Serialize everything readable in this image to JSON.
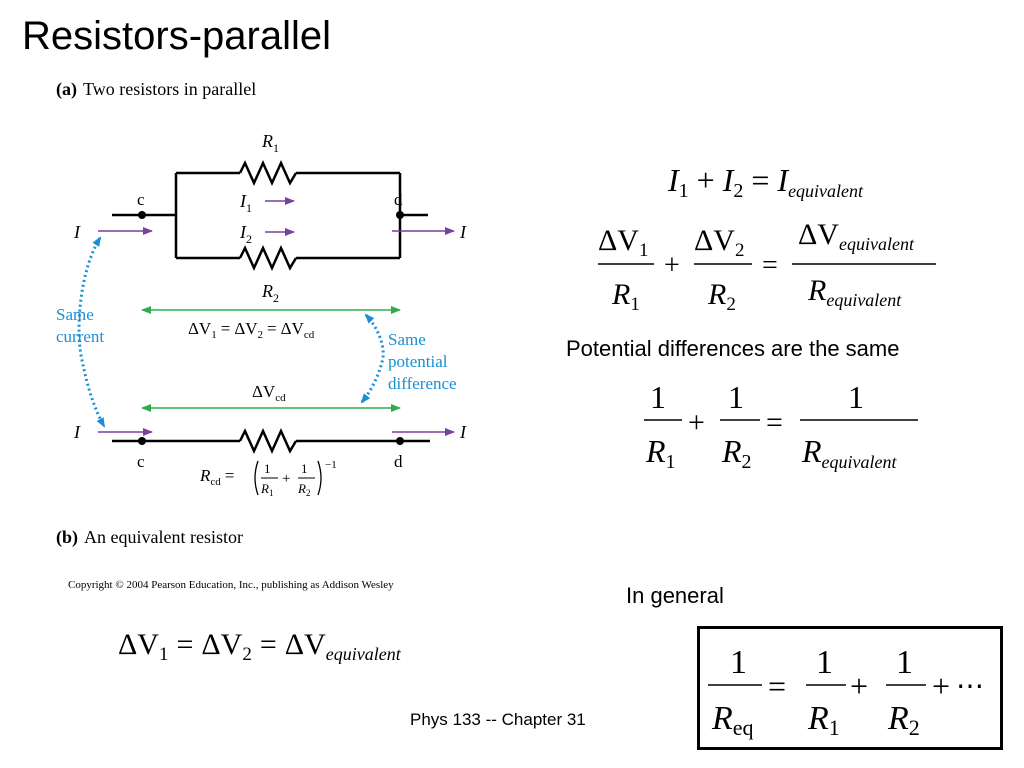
{
  "title": "Resistors-parallel",
  "figure": {
    "part_a": {
      "letter": "(a)",
      "caption": "Two resistors in parallel"
    },
    "part_b": {
      "letter": "(b)",
      "caption": "An equivalent resistor"
    },
    "copyright": "Copyright © 2004 Pearson Education, Inc., publishing as Addison Wesley",
    "labels": {
      "R": "R",
      "sub1": "1",
      "sub2": "2",
      "I": "I",
      "c": "c",
      "d": "d",
      "dV": "ΔV",
      "cd": "cd",
      "eq": "=",
      "inv": "−1",
      "same_current": [
        "Same",
        "current"
      ],
      "same_potential": [
        "Same",
        "potential",
        "difference"
      ]
    },
    "colors": {
      "current_arrow": "#7b3f9e",
      "same_arrow": "#1a8fd6",
      "dv_arrow": "#2eae4a",
      "label_blue": "#1a8fd6"
    }
  },
  "equations": {
    "current_sum": {
      "I": "I",
      "s1": "1",
      "s2": "2",
      "plus": "+",
      "eq": "=",
      "equivalent": "equivalent"
    },
    "voltage_over_r": {
      "dV": "ΔV",
      "R": "R",
      "s1": "1",
      "s2": "2",
      "plus": "+",
      "eq": "=",
      "equivalent": "equivalent"
    },
    "reciprocal": {
      "one": "1",
      "R": "R",
      "s1": "1",
      "s2": "2",
      "plus": "+",
      "eq": "=",
      "equivalent": "equivalent"
    },
    "voltages_equal": {
      "dV": "ΔV",
      "s1": "1",
      "s2": "2",
      "eq": "=",
      "equivalent": "equivalent"
    },
    "general": {
      "one": "1",
      "R": "R",
      "eqsub": "eq",
      "s1": "1",
      "s2": "2",
      "eq": "=",
      "plus": "+",
      "ellipsis": "⋯"
    }
  },
  "notes": {
    "potential": "Potential differences are the same",
    "general": "In general"
  },
  "footer": "Phys 133 -- Chapter 31"
}
